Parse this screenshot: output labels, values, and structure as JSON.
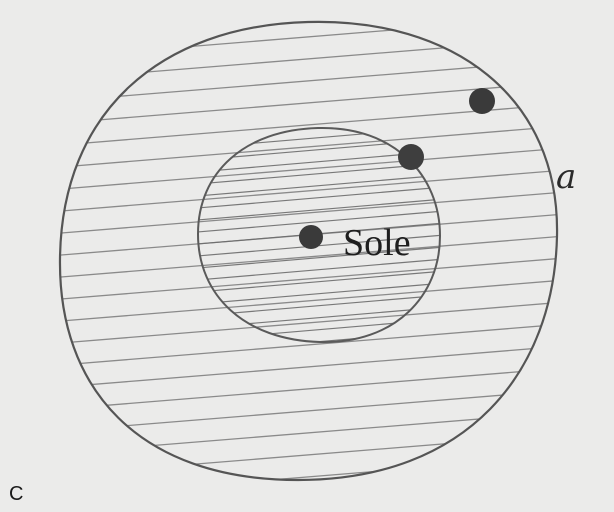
{
  "labels": {
    "sun": "Sole",
    "orbit": "a",
    "panel": "C"
  },
  "colors": {
    "background": "#ebebea",
    "pencil": "#5a5a5a",
    "dot": "#3a3a3a",
    "faint_text": "#d2d2d0"
  }
}
